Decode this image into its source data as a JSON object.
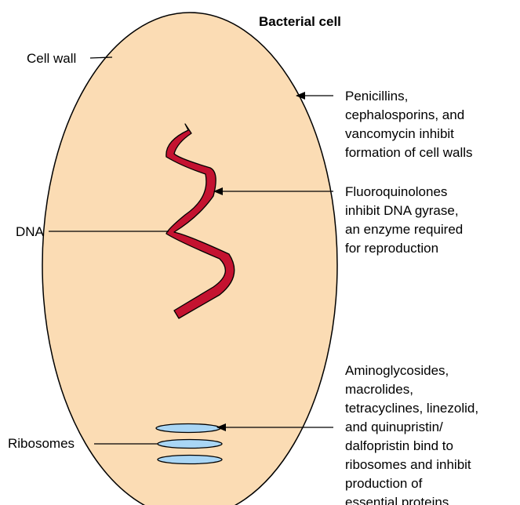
{
  "title": "Bacterial cell",
  "colors": {
    "cell_fill": "#fbdcb4",
    "cell_outline": "#000000",
    "dna_fill": "#c41230",
    "ribosome_fill": "#a9d6f5",
    "text": "#000000"
  },
  "labels": {
    "cell_wall": "Cell wall",
    "dna": "DNA",
    "ribosomes": "Ribosomes"
  },
  "annotations": {
    "penicillins": [
      "Penicillins,",
      "cephalosporins, and",
      "vancomycin inhibit",
      "formation of cell walls"
    ],
    "fluoroquinolones": [
      "Fluoroquinolones",
      "inhibit DNA gyrase,",
      "an enzyme required",
      "for reproduction"
    ],
    "aminoglycosides": [
      "Aminoglycosides,",
      "macrolides,",
      "tetracyclines, linezolid,",
      "and quinupristin/",
      "dalfopristin bind to",
      "ribosomes and inhibit",
      "production of",
      "essential proteins"
    ]
  }
}
